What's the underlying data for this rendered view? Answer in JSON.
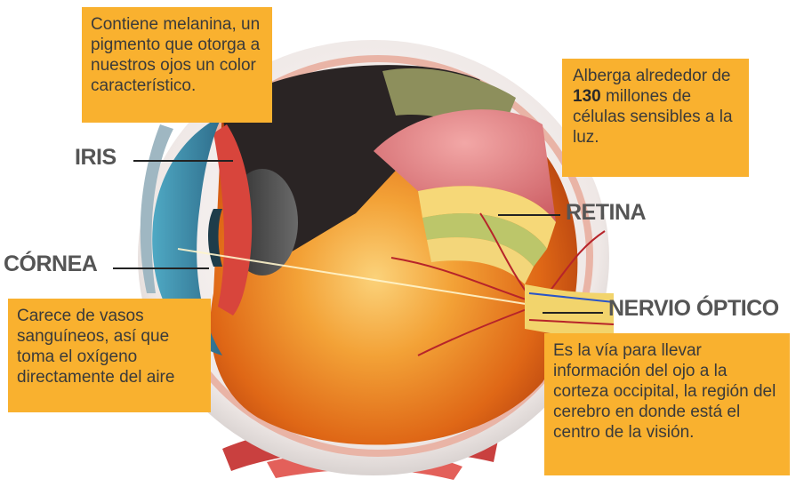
{
  "labels": {
    "iris": "IRIS",
    "cornea": "CÓRNEA",
    "retina": "RETINA",
    "optic_nerve": "NERVIO ÓPTICO"
  },
  "callouts": {
    "iris": "Contiene melanina, un pigmento que otorga a nuestros ojos un color característico.",
    "retina_prefix": "Alberga alrededor de",
    "retina_number": "130",
    "retina_suffix": "millones de células sensibles a la luz.",
    "cornea": "Carece de vasos sanguíneos, así que toma el oxígeno directamente del aire",
    "optic_nerve": "Es la vía para llevar información del ojo a la corteza occipital, la región del cerebro en donde está el centro de la visión."
  },
  "colors": {
    "callout_bg": "#f9b12f",
    "label_text": "#555555",
    "sclera": "#f3ecea",
    "eye_interior": "#e8791c",
    "retina_pink": "#e07a7e",
    "choroid_yellow": "#f6d878",
    "iris_blue": "#3f8fae",
    "muscle_red": "#c9403f"
  }
}
